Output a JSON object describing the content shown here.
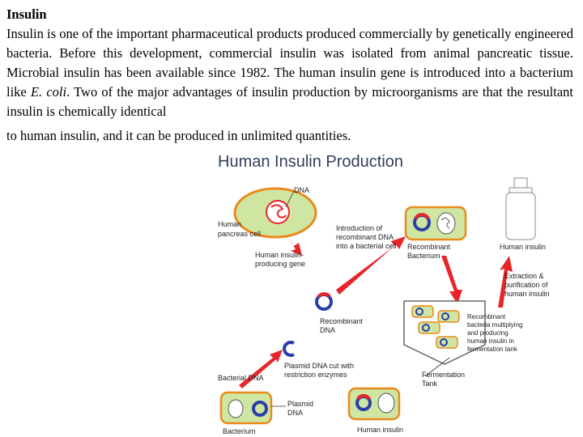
{
  "document": {
    "heading": "Insulin",
    "para1_start": "Insulin is one of the important pharmaceutical products produced commercially by genetically engineered bacteria. Before this development, commercial insulin was isolated from animal pancreatic tissue. Microbial insulin has been available since 1982. The human",
    "para2_a": "insulin gene is introduced into a bacterium like ",
    "para2_italic": "E. coli",
    "para2_b": ". Two of the major advantages of insulin production by microorganisms are that the resultant insulin is chemically identical",
    "para3": "to human insulin, and it can be produced in unlimited quantities."
  },
  "figure": {
    "title": "Human Insulin Production",
    "labels": {
      "dna": "DNA",
      "human_pancreas_1": "Human",
      "human_pancreas_2": "pancreas cell",
      "gene_1": "Human insulin-",
      "gene_2": "producing gene",
      "intro_1": "Introduction of",
      "intro_2": "recombinant DNA",
      "intro_3": "into a bacterial cell",
      "recomb_bact_1": "Recombinant",
      "recomb_bact_2": "Bacterium",
      "human_insulin_top": "Human insulin",
      "extraction_1": "Extraction &",
      "extraction_2": "purification of",
      "extraction_3": "human insulin",
      "recomb_dna_1": "Recombinant",
      "recomb_dna_2": "DNA",
      "multiply_1": "Recombinant",
      "multiply_2": "bacteria multiplying",
      "multiply_3": "and producing",
      "multiply_4": "human insulin in",
      "multiply_5": "fermentation tank",
      "plasmid_cut_1": "Plasmid DNA cut with",
      "plasmid_cut_2": "restriction enzymes",
      "bacterial_dna": "Bacterial DNA",
      "fermentation_1": "Fermentation",
      "fermentation_2": "Tank",
      "plasmid_1": "Plasmid",
      "plasmid_2": "DNA",
      "bacterium": "Bacterium",
      "human_insulin_bottom": "Human insulin"
    },
    "colors": {
      "title": "#2f3f5f",
      "arrow": "#e8252a",
      "plasmid_red": "#e8252a",
      "plasmid_blue": "#2a3ea8",
      "cell_fill": "#cfe6a2",
      "cell_border": "#e88a1c"
    }
  }
}
